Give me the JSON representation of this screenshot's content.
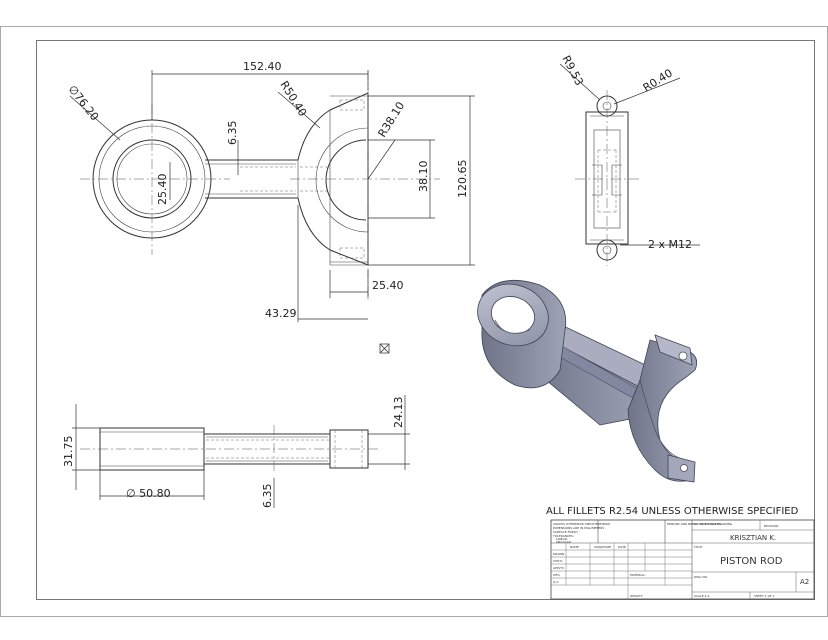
{
  "dims": {
    "d152_40": "152.40",
    "d_dia76": "∅76.20",
    "d_r50": "R50.40",
    "d_r38": "R38.10",
    "d6_35a": "6.35",
    "d25_40a": "25.40",
    "d38_10": "38.10",
    "d120_65": "120.65",
    "d25_40b": "25.40",
    "d43_29": "43.29",
    "d_r9": "R9.53",
    "d_r040": "R0.40",
    "d_m12": "2 x M12",
    "d31_75": "31.75",
    "d24_13": "24.13",
    "d_dia50": "∅ 50.80",
    "d6_35b": "6.35"
  },
  "note": "ALL FILLETS R2.54 UNLESS OTHERWISE SPECIFIED",
  "title_block": {
    "unless": "UNLESS OTHERWISE SPECIFIED:",
    "dims_in": "DIMENSIONS ARE IN MILLIMETERS",
    "surface": "SURFACE FINISH:",
    "tolerances": "TOLERANCES:",
    "linear": "LINEAR:",
    "angular": "ANGULAR:",
    "finish": "FINISH",
    "deburr": "DEBURR AND BREAK SHARP EDGES",
    "name": "NAME",
    "signature": "SIGNATURE",
    "date": "DATE",
    "drawn": "DRAWN",
    "chkd": "CHK'D",
    "appvd": "APPV'D",
    "mfg": "MFG",
    "qa": "Q.A",
    "material": "MATERIAL:",
    "weight": "WEIGHT:",
    "do_not_scale": "DO NOT SCALE DRAWING",
    "revision": "REVISION",
    "author": "KRISZTIAN K.",
    "title_label": "TITLE:",
    "title": "PISTON ROD",
    "dwg_no": "DWG NO.",
    "size": "A2",
    "scale": "SCALE:1:2",
    "sheet": "SHEET 1 OF 1"
  },
  "colors": {
    "part_base": "#8e93a6",
    "part_dark": "#5d6276",
    "part_light": "#b9bccb"
  }
}
